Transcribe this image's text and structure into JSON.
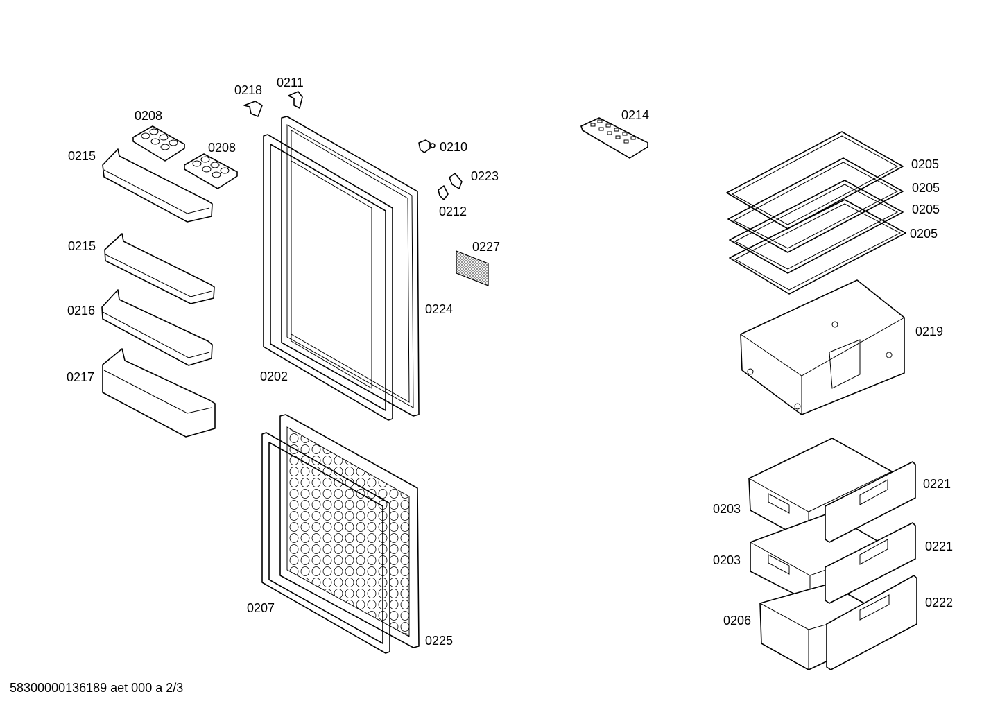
{
  "footer": {
    "text": "58300000136189 aet 000 a 2/3"
  },
  "callouts": {
    "c0218": "0218",
    "c0211": "0211",
    "c0208a": "0208",
    "c0208b": "0208",
    "c0215a": "0215",
    "c0215b": "0215",
    "c0216": "0216",
    "c0217": "0217",
    "c0210": "0210",
    "c0223": "0223",
    "c0212": "0212",
    "c0227": "0227",
    "c0224": "0224",
    "c0202": "0202",
    "c0207": "0207",
    "c0225": "0225",
    "c0214": "0214",
    "c0205a": "0205",
    "c0205b": "0205",
    "c0205c": "0205",
    "c0205d": "0205",
    "c0219": "0219",
    "c0221a": "0221",
    "c0221b": "0221",
    "c0222": "0222",
    "c0203a": "0203",
    "c0203b": "0203",
    "c0206": "0206"
  }
}
